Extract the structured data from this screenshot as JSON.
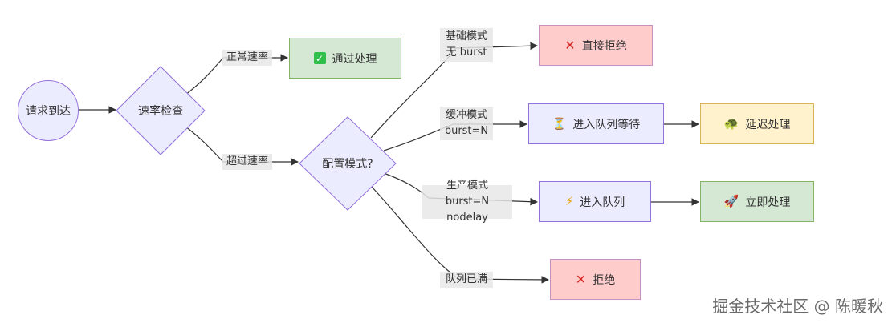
{
  "nodes": {
    "request": "请求到达",
    "rate_check": "速率检查",
    "normal_process": "通过处理",
    "config_mode": "配置模式?",
    "reject_direct": "直接拒绝",
    "enter_queue_wait": "进入队列等待",
    "delay_process": "延迟处理",
    "enter_queue": "进入队列",
    "immediate_process": "立即处理",
    "reject": "拒绝"
  },
  "edge_labels": {
    "normal_rate": "正常速率",
    "exceed_rate": "超过速率",
    "basic_mode": [
      "基础模式",
      "无 burst"
    ],
    "buffer_mode": [
      "缓冲模式",
      "burst=N"
    ],
    "production_mode": [
      "生产模式",
      "burst=N nodelay"
    ],
    "queue_full": "队列已满"
  },
  "icons": {
    "normal_process": "check-mark-icon",
    "reject_direct": "cross-mark-icon",
    "enter_queue_wait": "hourglass-icon",
    "delay_process": "turtle-icon",
    "enter_queue": "lightning-icon",
    "immediate_process": "rocket-icon",
    "reject": "cross-mark-icon"
  },
  "colors": {
    "default_fill": "#ececff",
    "default_stroke": "#9370db",
    "reject_fill": "#ffcccc",
    "process_fill": "#d5e8d4",
    "delay_fill": "#fff2cc"
  },
  "watermark": "掘金技术社区 @ 陈暖秋"
}
